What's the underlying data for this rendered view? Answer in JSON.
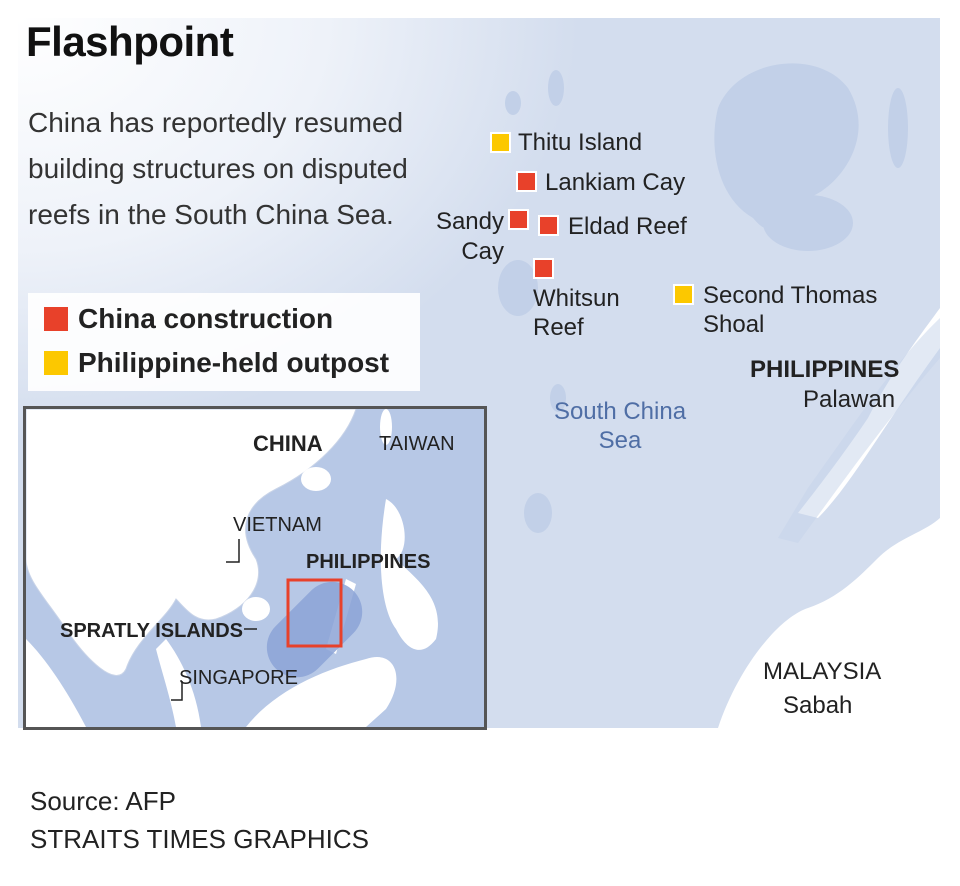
{
  "title": "Flashpoint",
  "intro": "China has reportedly resumed building structures on disputed reefs in the South China Sea.",
  "legend": [
    {
      "label": "China construction",
      "color": "#e8412a"
    },
    {
      "label": "Philippine-held outpost",
      "color": "#fcc800"
    }
  ],
  "sites": [
    {
      "name": "Thitu Island",
      "type": "Philippine-held outpost"
    },
    {
      "name": "Lankiam Cay",
      "type": "China construction"
    },
    {
      "name": "Sandy Cay",
      "type": "China construction"
    },
    {
      "name": "Eldad Reef",
      "type": "China construction"
    },
    {
      "name": "Whitsun Reef",
      "type": "China construction"
    },
    {
      "name": "Second Thomas Shoal",
      "type": "Philippine-held outpost"
    }
  ],
  "map_labels": {
    "sea_line1": "South China",
    "sea_line2": "Sea",
    "country": "PHILIPPINES",
    "region": "Palawan",
    "country2": "MALAYSIA",
    "region2": "Sabah"
  },
  "inset": {
    "china": "CHINA",
    "taiwan": "TAIWAN",
    "vietnam": "VIETNAM",
    "philippines": "PHILIPPINES",
    "spratly": "SPRATLY ISLANDS",
    "singapore": "SINGAPORE"
  },
  "source": "Source: AFP",
  "credit": "STRAITS TIMES GRAPHICS"
}
